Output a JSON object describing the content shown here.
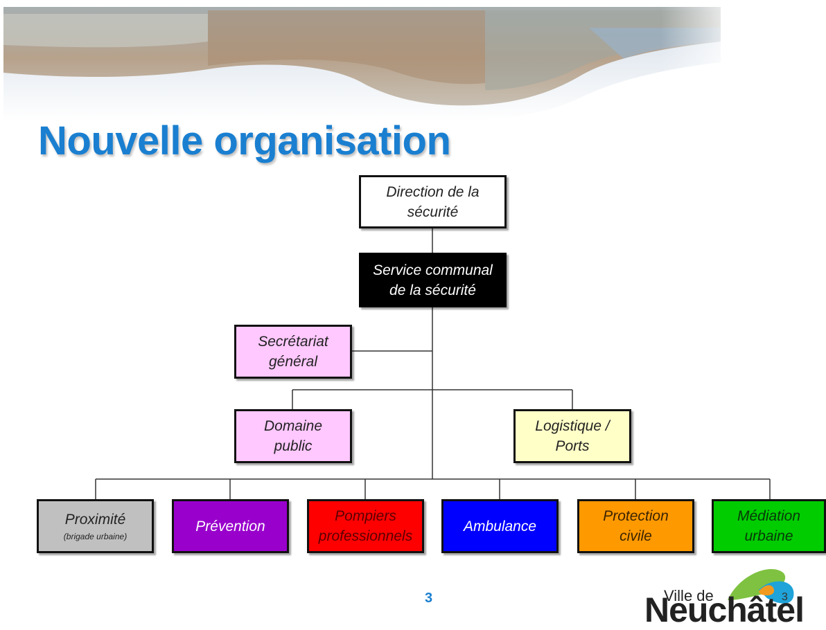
{
  "slide": {
    "title": "Nouvelle organisation",
    "page_number": "3",
    "logo": {
      "line1": "Ville de",
      "line2": "Neuchâtel",
      "corner_number": "3"
    }
  },
  "org": {
    "direction": {
      "text": "Direction de la sécurité",
      "fill": "#ffffff"
    },
    "service": {
      "text": "Service communal de la sécurité",
      "fill": "#000000"
    },
    "secretariat": {
      "text": "Secrétariat général",
      "fill": "#ffc8ff"
    },
    "domaine": {
      "text": "Domaine public",
      "fill": "#ffc8ff"
    },
    "logistique": {
      "text": "Logistique / Ports",
      "fill": "#ffffc8"
    },
    "units": [
      {
        "text": "Proximité",
        "sub": "(brigade urbaine)",
        "fill": "#c0c0c0"
      },
      {
        "text": "Prévention",
        "fill": "#9900cc"
      },
      {
        "text": "Pompiers professionnels",
        "fill": "#ff0000"
      },
      {
        "text": "Ambulance",
        "fill": "#0000ff"
      },
      {
        "text": "Protection civile",
        "fill": "#ff9900"
      },
      {
        "text": "Médiation urbaine",
        "fill": "#00cc00"
      }
    ]
  }
}
